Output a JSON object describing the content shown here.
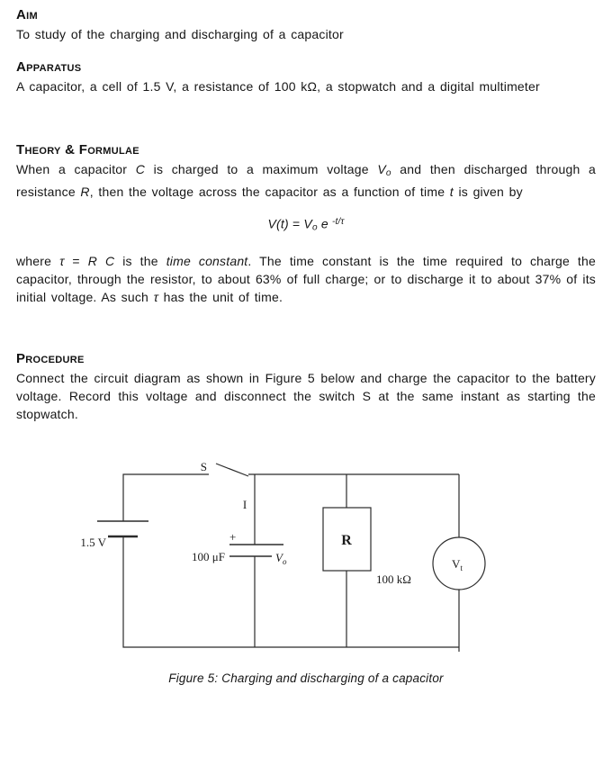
{
  "aim": {
    "heading": "Aim",
    "body": "To study of the charging and discharging of a capacitor"
  },
  "apparatus": {
    "heading": "Apparatus",
    "body": "A capacitor, a cell of 1.5 V, a resistance of 100 kΩ, a stopwatch and a digital multimeter"
  },
  "theory": {
    "heading": "Theory & Formulae",
    "intro": [
      {
        "t": "When a capacitor ",
        "s": ""
      },
      {
        "t": "C",
        "s": "i"
      },
      {
        "t": " is charged to a maximum voltage ",
        "s": ""
      },
      {
        "t": "V",
        "s": "i"
      },
      {
        "t": "o",
        "s": "isub"
      },
      {
        "t": " and then discharged through a resistance ",
        "s": ""
      },
      {
        "t": "R",
        "s": "i"
      },
      {
        "t": ", then the voltage across the capacitor as a function of time ",
        "s": ""
      },
      {
        "t": "t",
        "s": "i"
      },
      {
        "t": " is given by",
        "s": ""
      }
    ],
    "formula": [
      {
        "t": "V(t)",
        "s": "i"
      },
      {
        "t": " = ",
        "s": ""
      },
      {
        "t": "V",
        "s": "i"
      },
      {
        "t": "o",
        "s": "isub"
      },
      {
        "t": " e ",
        "s": "i"
      },
      {
        "t": "-t/τ",
        "s": "isup"
      }
    ],
    "explanation": [
      {
        "t": "where ",
        "s": ""
      },
      {
        "t": "τ",
        "s": "i"
      },
      {
        "t": " = ",
        "s": ""
      },
      {
        "t": "R C",
        "s": "i"
      },
      {
        "t": " is the ",
        "s": ""
      },
      {
        "t": "time constant",
        "s": "i"
      },
      {
        "t": ". The time constant is the time required to charge the capacitor, through the resistor, to about 63% of full charge; or to discharge it to about 37% of its initial voltage. As such ",
        "s": ""
      },
      {
        "t": "τ",
        "s": "i"
      },
      {
        "t": " has the unit of time.",
        "s": ""
      }
    ]
  },
  "procedure": {
    "heading": "Procedure",
    "body": "Connect the circuit diagram as shown in Figure 5 below and charge the capacitor to the battery voltage.  Record this voltage and disconnect the switch S at the same instant as starting the stopwatch."
  },
  "figure": {
    "labels": {
      "battery": "1.5 V",
      "switch": "S",
      "current": "I",
      "cap_plus": "+",
      "cap_value": "100 μF",
      "cap_v": "V",
      "cap_v_sub": "o",
      "resistor": "R",
      "resistor_value": "100 kΩ",
      "meter_v": "V",
      "meter_v_sub": "t"
    },
    "caption": "Figure 5: Charging and discharging of a capacitor"
  }
}
